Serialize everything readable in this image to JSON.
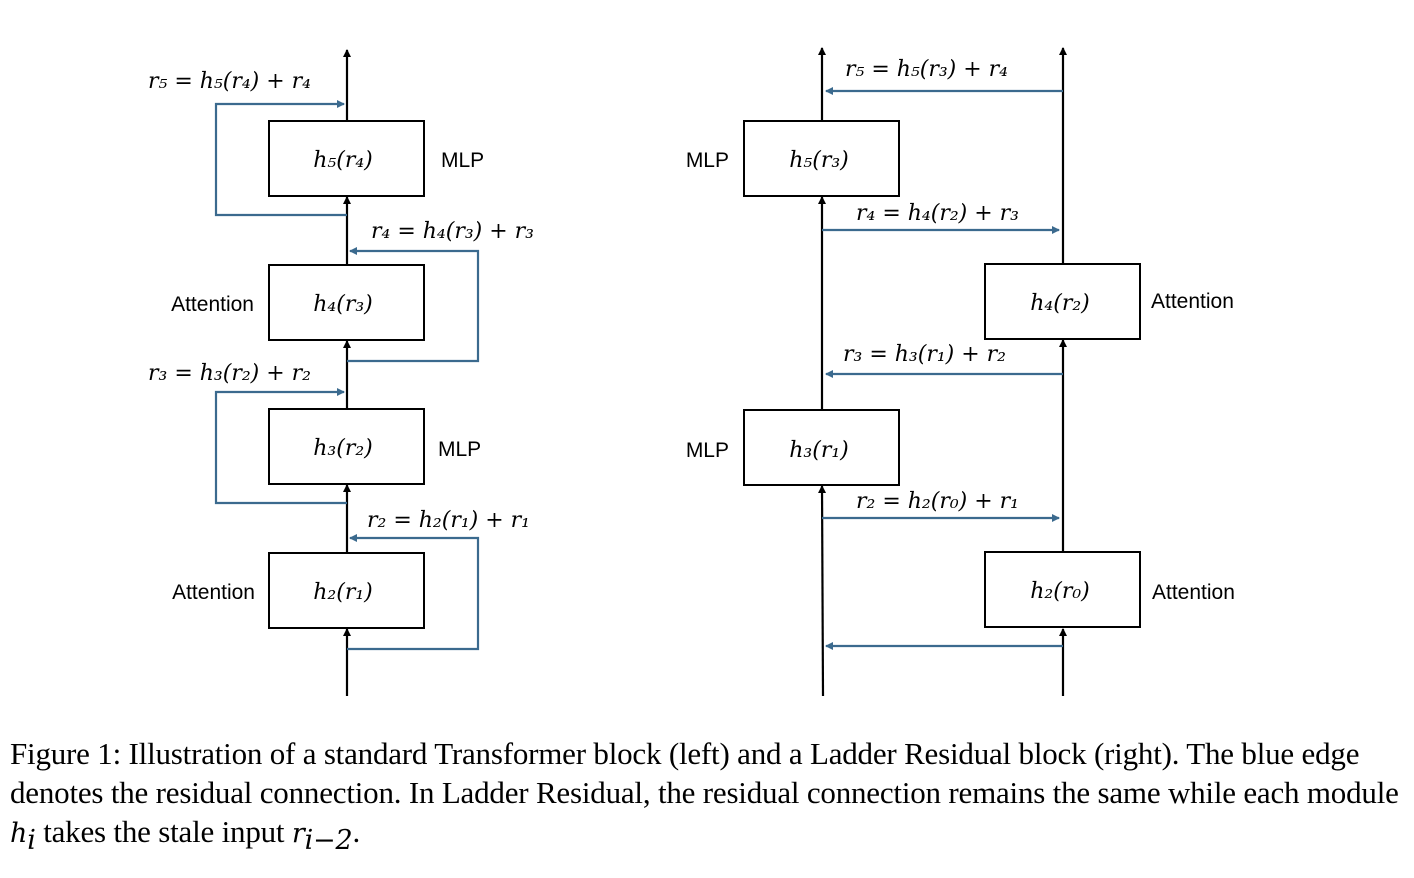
{
  "labels": {
    "attention": "Attention",
    "mlp": "MLP"
  },
  "left": {
    "eq5": "r₅ = h₅(r₄) + r₄",
    "eq4": "r₄ = h₄(r₃) + r₃",
    "eq3": "r₃ = h₃(r₂) + r₂",
    "eq2": "r₂ = h₂(r₁) + r₁",
    "box5": "h₅(r₄)",
    "box4": "h₄(r₃)",
    "box3": "h₃(r₂)",
    "box2": "h₂(r₁)"
  },
  "right": {
    "eq5": "r₅ = h₅(r₃) + r₄",
    "eq4": "r₄ = h₄(r₂) + r₃",
    "eq3": "r₃ = h₃(r₁) + r₂",
    "eq2": "r₂ = h₂(r₀) + r₁",
    "box5": "h₅(r₃)",
    "box4": "h₄(r₂)",
    "box3": "h₃(r₁)",
    "box2": "h₂(r₀)"
  },
  "caption": {
    "text1": "Figure 1: Illustration of a standard Transformer block (left) and a Ladder Residual block (right). The blue edge denotes the residual connection. In Ladder Residual, the residual connection remains the same while each module ",
    "h": "h",
    "h_sub": "i",
    "text2": " takes the stale input ",
    "r": "r",
    "r_sub": "i−2",
    "text3": "."
  },
  "colors": {
    "residual": "#3b6a8e",
    "line": "#000000"
  }
}
